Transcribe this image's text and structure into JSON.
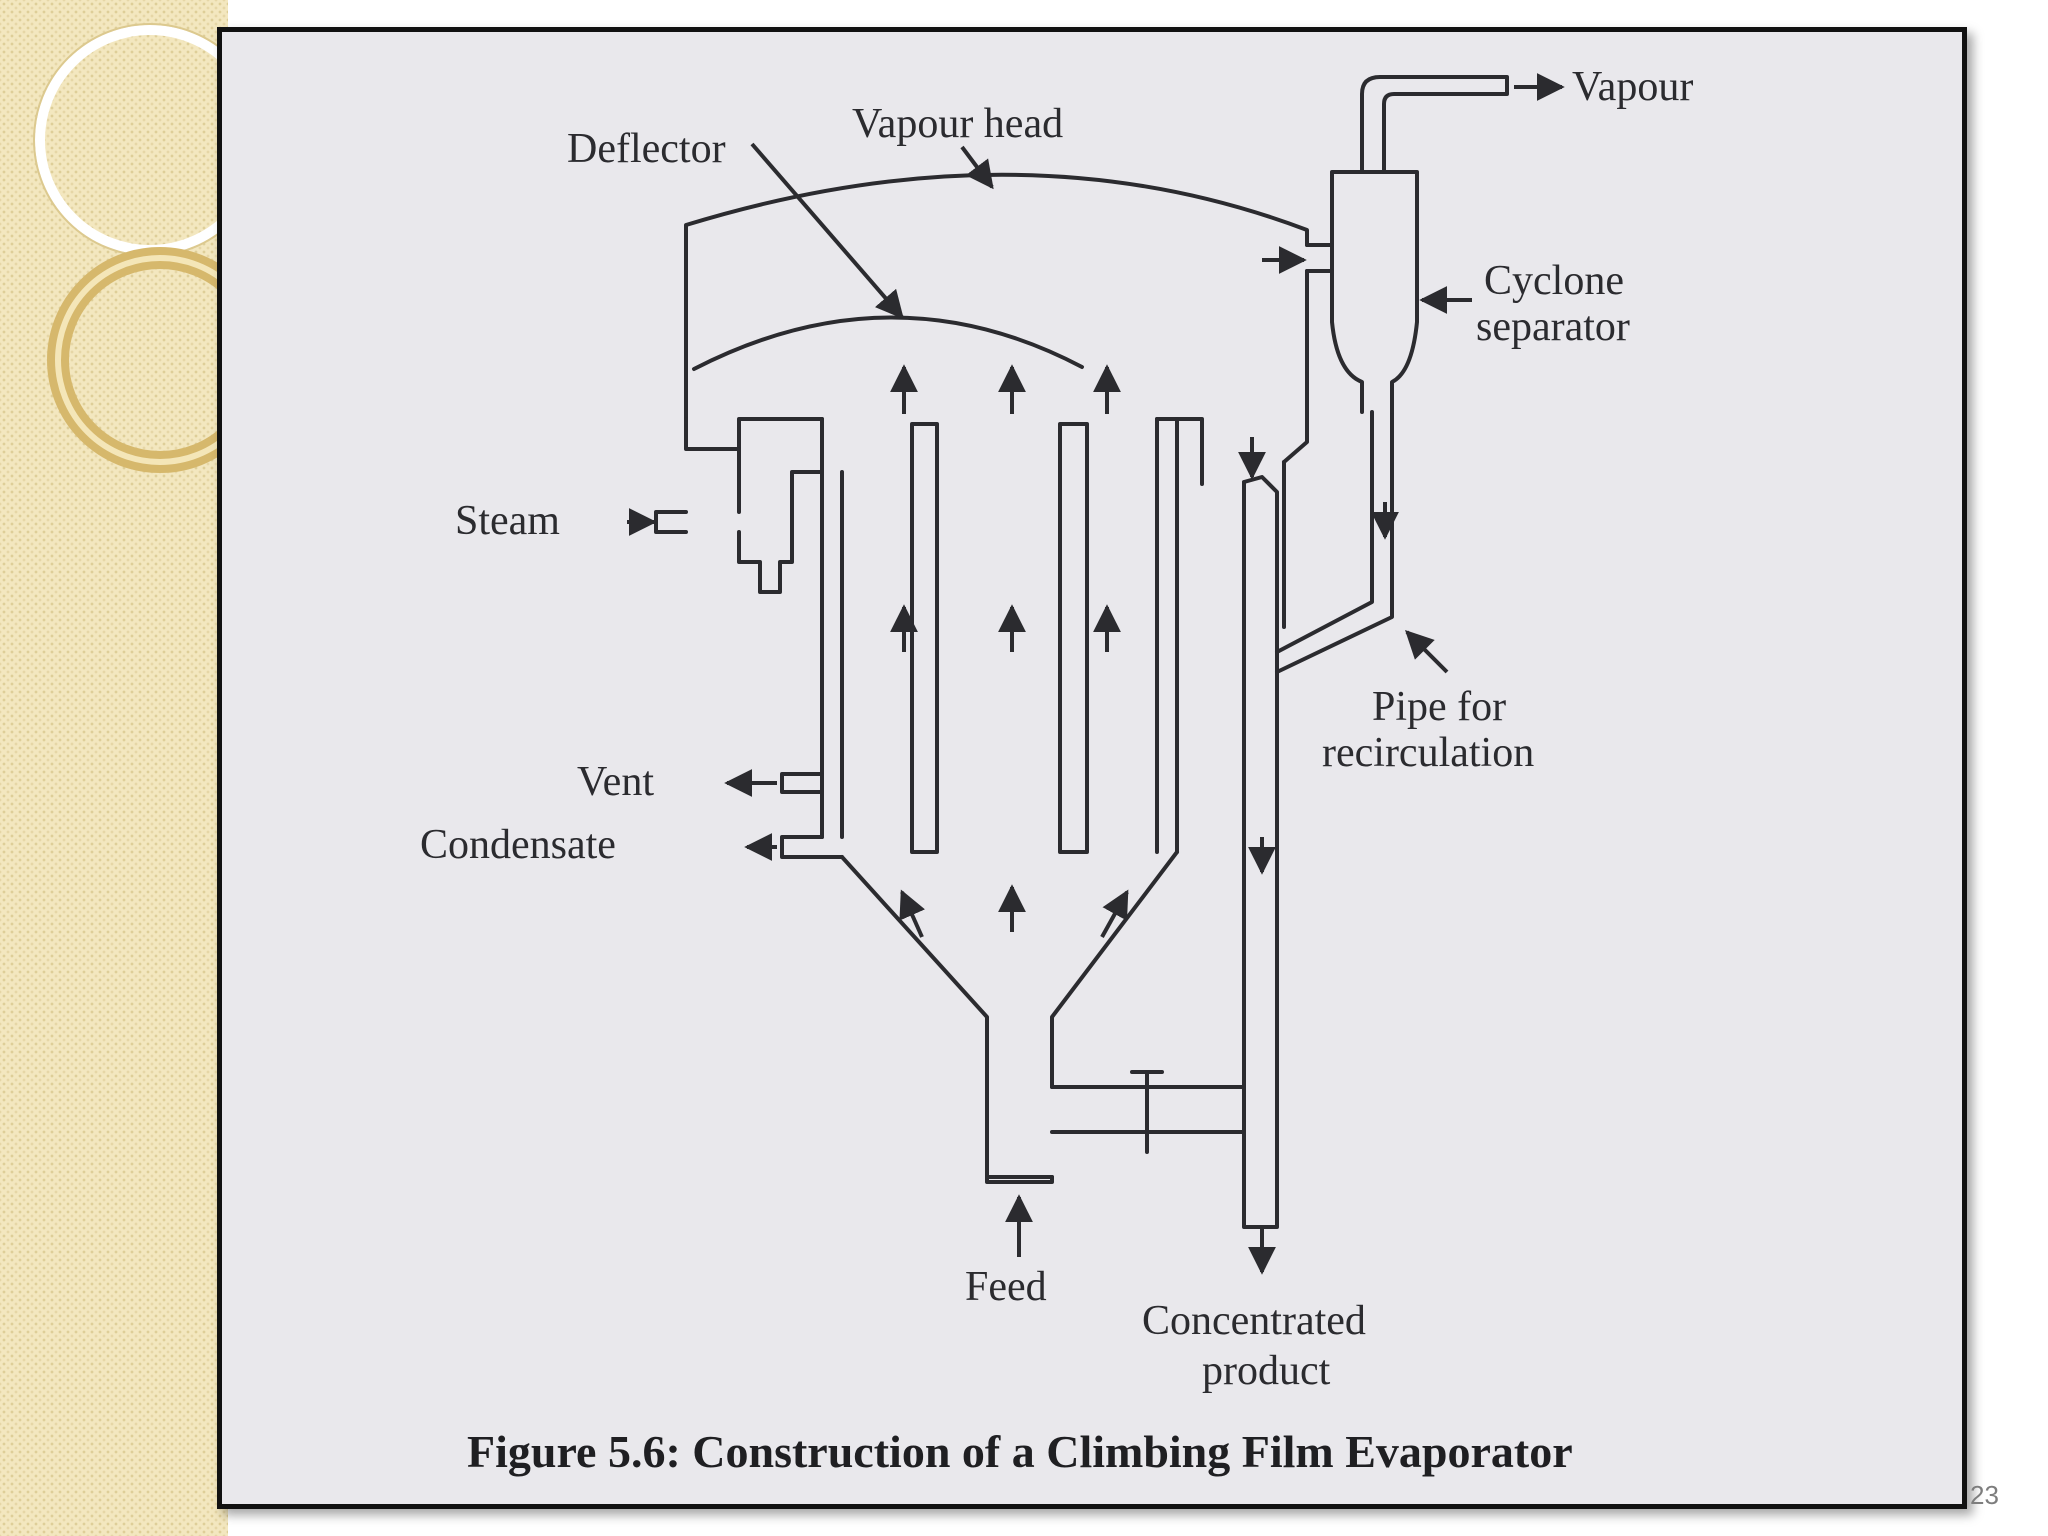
{
  "slide": {
    "page_number": "23"
  },
  "figure": {
    "caption": "Figure 5.6: Construction of a Climbing Film Evaporator",
    "labels": {
      "vapour": "Vapour",
      "vapour_head": "Vapour head",
      "deflector": "Deflector",
      "cyclone_line1": "Cyclone",
      "cyclone_line2": "separator",
      "steam": "Steam",
      "vent": "Vent",
      "condensate": "Condensate",
      "pipe_line1": "Pipe for",
      "pipe_line2": "recirculation",
      "feed": "Feed",
      "product_line1": "Concentrated",
      "product_line2": "product"
    }
  },
  "colors": {
    "band": "#f3e7bf",
    "ring": "#d6b86c",
    "paper": "#e9e8ec",
    "ink": "#2b2b2f"
  }
}
